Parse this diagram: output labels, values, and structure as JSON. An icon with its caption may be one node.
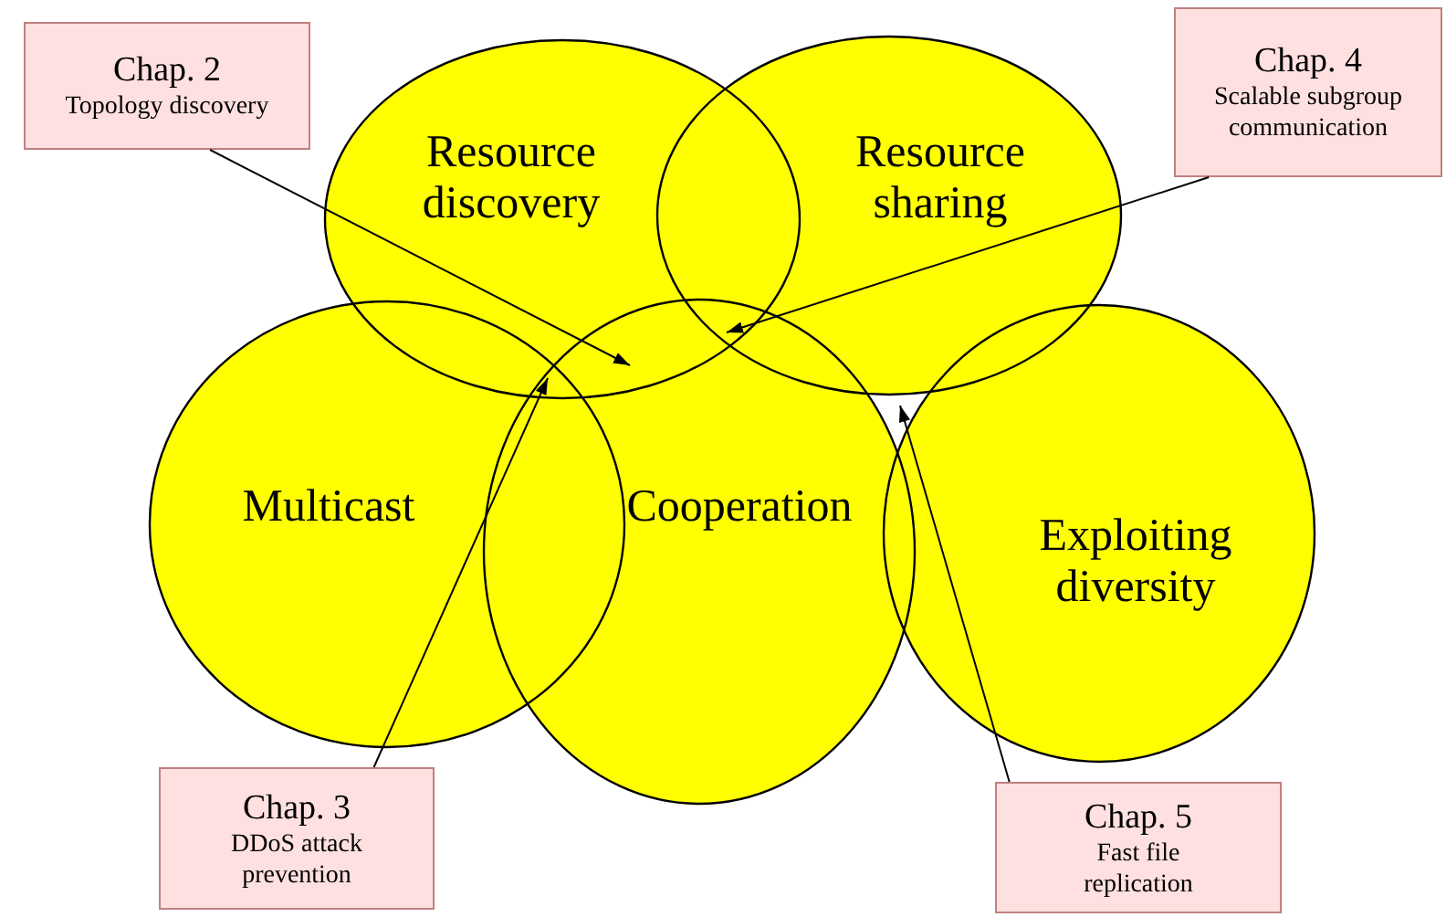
{
  "diagram": {
    "nodes": [
      {
        "text": [
          "Chap. 2",
          "Topology discovery"
        ]
      },
      {
        "text": [
          "Resource discovery"
        ]
      },
      {
        "text": [
          "Resource sharing"
        ]
      },
      {
        "text": [
          "Chap. 4",
          "Scalable subgroup communication"
        ]
      },
      {
        "text": [
          "Multicast"
        ]
      },
      {
        "text": [
          "Cooperation"
        ]
      },
      {
        "text": [
          "Exploiting diversity"
        ]
      },
      {
        "text": [
          "Chap. 3",
          "DDoS attack prevention"
        ]
      },
      {
        "text": [
          "Chap. 5",
          "Fast file replication"
        ]
      }
    ],
    "edges": [
      {
        "from": 0,
        "to": 1,
        "arrow": "to"
      },
      {
        "from": 3,
        "to": 2,
        "arrow": "to"
      },
      {
        "from": 7,
        "to": 1,
        "arrow": "to"
      },
      {
        "from": 8,
        "to": 2,
        "arrow": "to"
      }
    ]
  }
}
